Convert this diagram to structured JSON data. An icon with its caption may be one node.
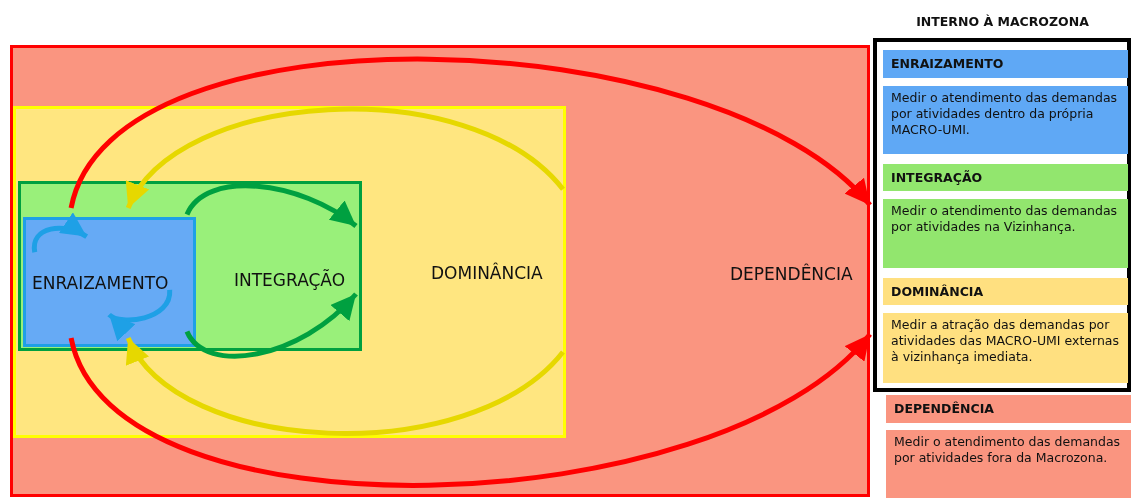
{
  "diagram": {
    "nodes": [
      {
        "text": [
          "DEPENDÊNCIA"
        ]
      },
      {
        "text": [
          "DOMINÂNCIA"
        ],
        "in": 0
      },
      {
        "text": [
          "INTEGRAÇÃO"
        ],
        "in": 1
      },
      {
        "text": [
          "ENRAIZAMENTO"
        ],
        "in": 2
      }
    ],
    "edges": [
      {
        "from": 3,
        "to": 0,
        "arrow": "to",
        "color": "#ff0000"
      },
      {
        "from": 3,
        "to": 0,
        "arrow": "to",
        "color": "#ff0000"
      },
      {
        "from": 1,
        "to": 3,
        "arrow": "to",
        "color": "#e6d800"
      },
      {
        "from": 1,
        "to": 3,
        "arrow": "to",
        "color": "#e6d800"
      },
      {
        "from": 3,
        "to": 2,
        "arrow": "to",
        "color": "#00a040"
      },
      {
        "from": 3,
        "to": 2,
        "arrow": "to",
        "color": "#00a040"
      },
      {
        "from": 3,
        "to": 3,
        "arrow": "to",
        "color": "#1ea0e6"
      },
      {
        "from": 3,
        "to": 3,
        "arrow": "to",
        "color": "#1ea0e6"
      }
    ],
    "labels": [
      "INTERNO À MACROZONA"
    ],
    "legend": [
      {
        "text": "ENRAIZAMENTO",
        "color": "#5fa8f5"
      },
      {
        "text": "Medir o atendimento das demandas por atividades dentro da própria MACRO-UMI.",
        "color": "#5fa8f5"
      },
      {
        "text": "INTEGRAÇÃO",
        "color": "#92e66e"
      },
      {
        "text": "Medir o atendimento das demandas por atividades na Vizinhança.",
        "color": "#92e66e"
      },
      {
        "text": "DOMINÂNCIA",
        "color": "#ffe080"
      },
      {
        "text": "Medir a atração das demandas por atividades das MACRO-UMI externas à vizinhança imediata.",
        "color": "#ffe080"
      },
      {
        "text": "DEPENDÊNCIA",
        "color": "#fa9580"
      },
      {
        "text": "Medir o atendimento das demandas por atividades fora da Macrozona.",
        "color": "#fa9580"
      }
    ]
  }
}
